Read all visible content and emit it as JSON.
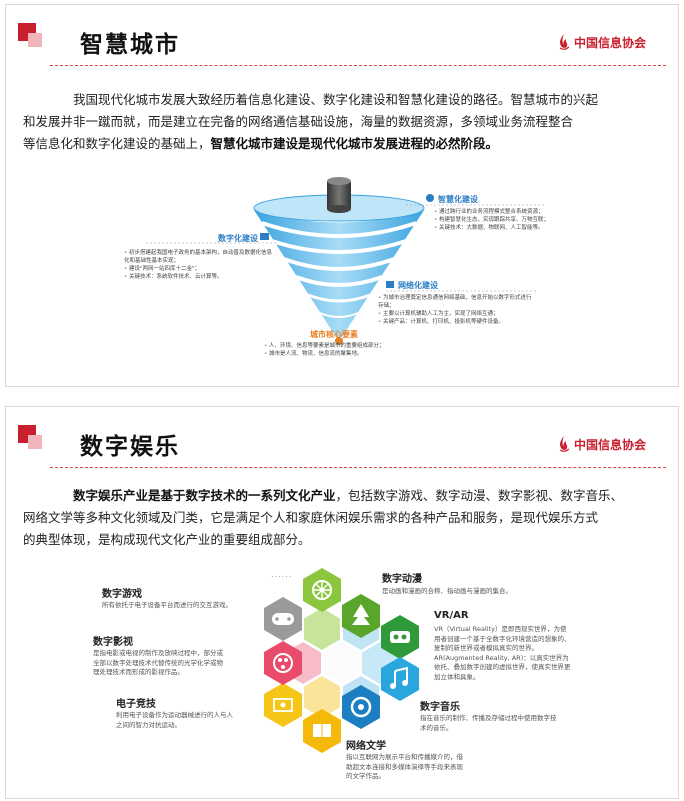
{
  "slide1": {
    "title": "智慧城市",
    "org": "中国信息协会",
    "para_line1": "我国现代化城市发展大致经历着信息化建设、数字化建设和智慧化建设的路径。智慧城市的兴起",
    "para_line2": "和发展并非一蹴而就，而是建立在完备的网络通信基础设施，海量的数据资源，多领域业务流程整合",
    "para_line3_normal": "等信息化和数字化建设的基础上，",
    "para_line3_bold": "智慧化城市建设是现代化城市发展进程的必然阶段。",
    "funnel": {
      "smart_label": "智慧化建设",
      "smart_notes": [
        "通过跨行业的业务流程模式整合系统资源；",
        "构建智慧化生态，实现跟踪共享、万物互联；",
        "关键技术：大数据、物联网、人工智能等。"
      ],
      "digital_label": "数字化建设",
      "digital_notes": [
        "初步搭建起我国电子政务的基本架构，自动普及数据化信息化和基础性基本实现；",
        "建设\"两网一站四库十二金\"；",
        "关键技术：系统软件技术、云计算等。"
      ],
      "network_label": "网络化建设",
      "network_notes": [
        "为城市治理奠定信息通信网络基础，信息开始以数字形式进行存储；",
        "主要以计算机辅助人工为主，实现了网络互通；",
        "关键产品：计算机、打印机、投影机等硬件设备。"
      ],
      "core_label": "城市核心要素",
      "core_notes": [
        "人、环境、信息等要素是城市的重要组成部分；",
        "城市是人流、物流、信息流的聚集地。"
      ]
    }
  },
  "slide2": {
    "title": "数字娱乐",
    "org": "中国信息协会",
    "para_line1_bold": "数字娱乐产业是基于数字技术的一系列文化产业",
    "para_line1_normal": "，包括数字游戏、数字动漫、数字影视、数字音乐、",
    "para_line2": "网络文学等多种文化领域及门类，它是满足个人和家庭休闲娱乐需求的各种产品和服务，是现代娱乐方式",
    "para_line3": "的典型体现，是构成现代文化产业的重要组成部分。",
    "dots": "......",
    "items": {
      "game_title": "数字游戏",
      "game_desc": "所有依托于电子设备平台而进行的交互游戏。",
      "anime_title": "数字动漫",
      "anime_desc": "是动画和漫画的合称、指动画与漫画的集合。",
      "vr_title": "VR/AR",
      "vr_desc1": "VR（Virtual Reality）是即西现实世界，为使",
      "vr_desc2": "用者创建一个基于全数字化环境营造的想象的、",
      "vr_desc3": "复制的新世界或者模拟真实的世界。",
      "vr_desc4": "AR(Augmented Reality, AR)：以真实世界为",
      "vr_desc5": "依托、叠加数字创建的虚拟世界，使真实世界更",
      "vr_desc6": "加立体和具象。",
      "film_title": "数字影视",
      "film_desc1": "是指电影或电视的制作及放映过程中，部分或",
      "film_desc2": "全部以数字处理技术代替传统的光学化学或物",
      "film_desc3": "理处理技术而形成的影视作品。",
      "esports_title": "电子竞技",
      "esports_desc1": "利用电子设备作为运动器械进行的人与人",
      "esports_desc2": "之间的智力对抗运动。",
      "music_title": "数字音乐",
      "music_desc1": "指在音乐的制作、传播及存储过程中使用数字技",
      "music_desc2": "术的音乐。",
      "lit_title": "网络文学",
      "lit_desc1": "指以互联网为展示平台和传播媒介的，借",
      "lit_desc2": "助超文本连接和多媒体演绎等手段来表现",
      "lit_desc3": "的文学作品。"
    }
  },
  "colors": {
    "brand_red": "#c8202f",
    "pink": "#f1b6b9",
    "funnel_blue": "#5db6e8",
    "hex_green": "#8cc63f",
    "hex_yellow": "#f5c518",
    "hex_grey": "#999999",
    "hex_pink": "#e94b6a",
    "hex_blue": "#29a6dd"
  },
  "icons": [
    "pinwheel-icon",
    "tree-icon",
    "vr-headset-icon",
    "music-note-icon",
    "camera-lens-icon",
    "book-icon",
    "esports-icon",
    "film-reel-icon",
    "gamepad-icon"
  ]
}
